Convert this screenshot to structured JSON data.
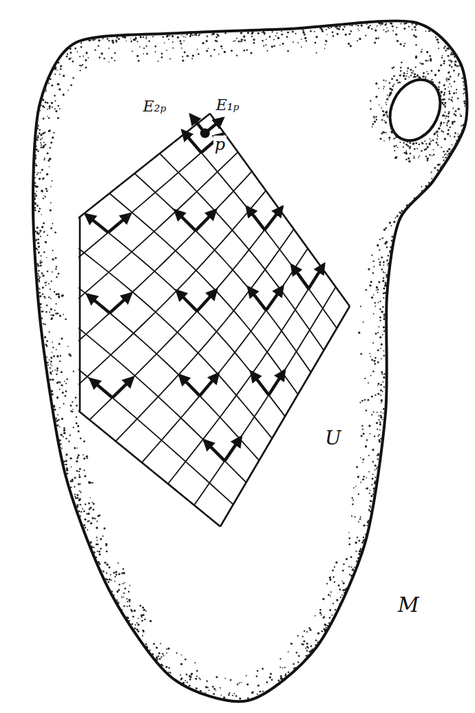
{
  "diagram": {
    "labels": [
      "E₂ₚ",
      "E₁ₚ",
      "p",
      "U",
      "M"
    ]
  }
}
